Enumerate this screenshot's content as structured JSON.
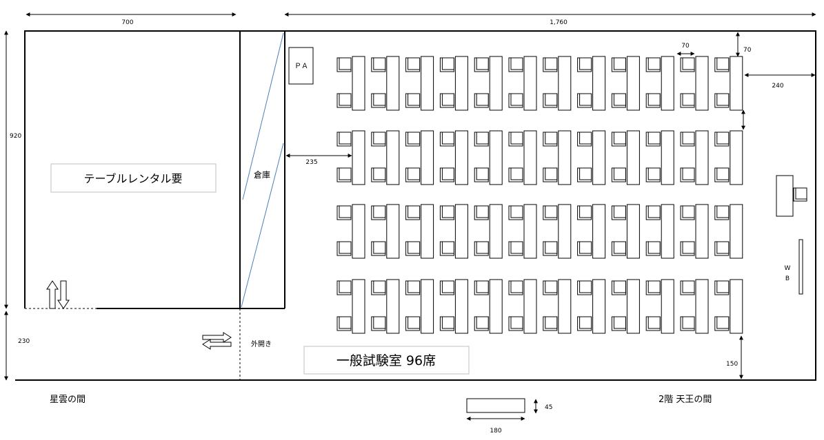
{
  "dimensions": {
    "left_width": "700",
    "main_width": "1,760",
    "height_920": "920",
    "height_230": "230",
    "seat_spacing": "70",
    "top_gap": "70",
    "right_gap": "240",
    "aisle_left": "235",
    "bottom_gap": "150",
    "table_length": "180",
    "table_depth": "45"
  },
  "labels": {
    "rental_note": "テーブルレンタル要",
    "storage": "倉庫",
    "pa": "ＰＡ",
    "room_name": "一般試験室 96席",
    "whiteboard_w": "W",
    "whiteboard_b": "B",
    "door_note": "外開き",
    "left_room": "星雲の間",
    "right_room": "2階 天王の間"
  },
  "seating": {
    "rows": 4,
    "columns": 12,
    "chairs_per_table": 2,
    "total_seats": 96
  },
  "colors": {
    "wall": "#000000",
    "diagonal": "#4a7ebb",
    "label_border": "#bfbfbf"
  }
}
